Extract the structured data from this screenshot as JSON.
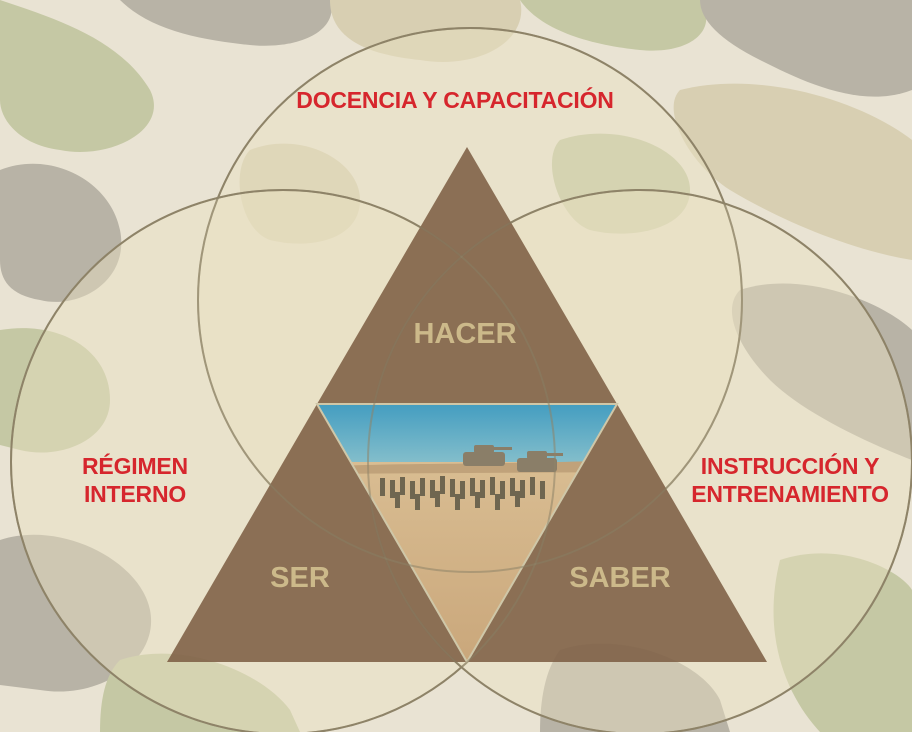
{
  "labels": {
    "top": "DOCENCIA Y CAPACITACIÓN",
    "left_line1": "RÉGIMEN",
    "left_line2": "INTERNO",
    "right_line1": "INSTRUCCIÓN Y",
    "right_line2": "ENTRENAMIENTO"
  },
  "triangles": {
    "top": "HACER",
    "left": "SER",
    "right": "SABER"
  },
  "center_image": "photo-soldiers-tanks-desert",
  "colors": {
    "label_red": "#d6262d",
    "triangle_brown": "#7d5f44",
    "triangle_text": "#ccb98a",
    "circle_fill": "#e8dfc2",
    "circle_stroke": "#8e8468",
    "camo_light": "#e9e3d3",
    "camo_beige": "#d8cfb2",
    "camo_green": "#c5c8a4",
    "camo_gray": "#b8b3a6",
    "sky": "#4fa3c4",
    "sand": "#d2b58a"
  }
}
